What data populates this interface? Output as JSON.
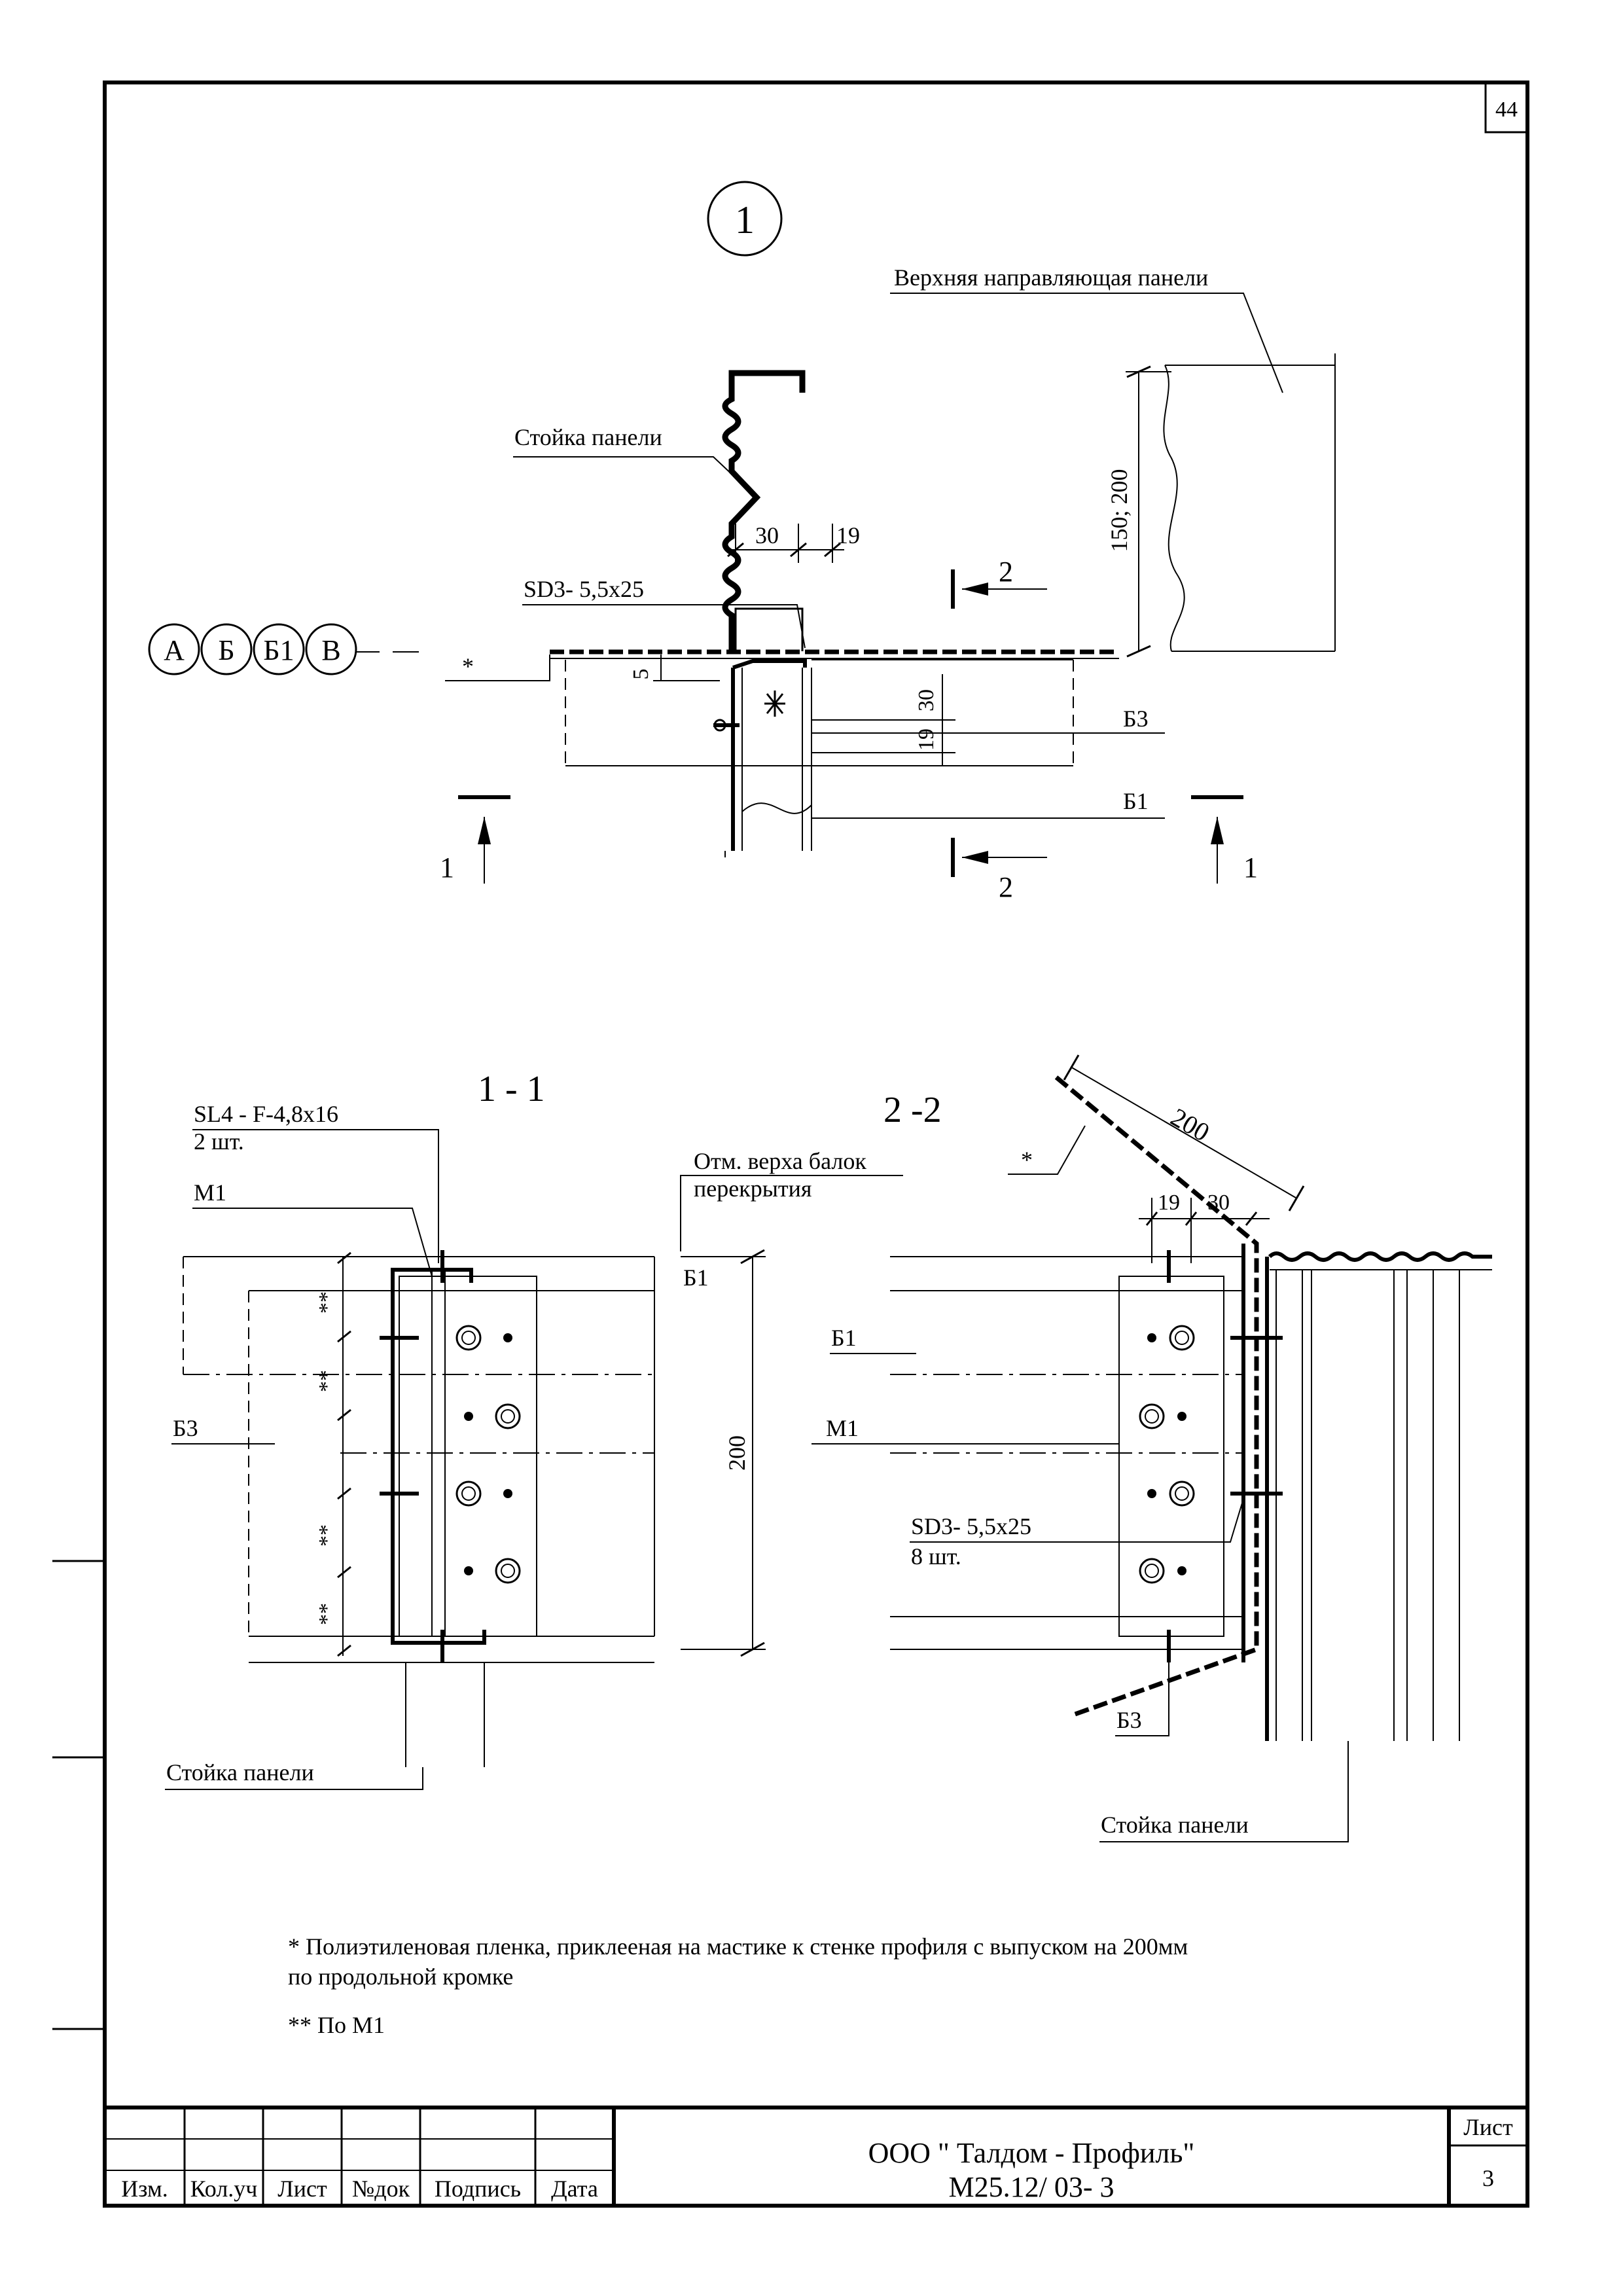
{
  "sheet": {
    "corner_sheet_number": "44",
    "node_label": "1",
    "title_block": {
      "headers": [
        "Изм.",
        "Кол.уч",
        "Лист",
        "№док",
        "Подпись",
        "Дата"
      ],
      "company": "ООО \" Талдом - Профиль\"",
      "code": "М25.12/ 03- 3",
      "sheet_label": "Лист",
      "sheet_value": "3"
    }
  },
  "detail": {
    "top_guide_label": "Верхняя направляющая панели",
    "post_label": "Стойка панели",
    "screw_label": "SD3- 5,5х25",
    "height_dim": "150; 200",
    "dim_30": "30",
    "dim_19": "19",
    "dim_5": "5",
    "dim_19_30": "19, 30",
    "axes": [
      "А",
      "Б",
      "Б1",
      "В"
    ],
    "star": "*",
    "b3": "Б3",
    "b1": "Б1",
    "section_1": "1",
    "section_2": "2"
  },
  "section_1_1": {
    "title": "1 - 1",
    "screw_label": "SL4 - F-4,8х16",
    "screw_qty": "2 шт.",
    "m1": "М1",
    "elevation_label_1": "Отм. верха балок",
    "elevation_label_2": "перекрытия",
    "b1": "Б1",
    "b3": "Б3",
    "dim_200": "200",
    "double_star": "**",
    "post_label": "Стойка панели"
  },
  "section_2_2": {
    "title": "2 -2",
    "dim_200": "200",
    "star": "*",
    "dim_19": "19",
    "dim_30": "30",
    "b1": "Б1",
    "m1": "М1",
    "screw_label": "SD3- 5,5х25",
    "screw_qty": "8 шт.",
    "b3": "Б3",
    "post_label": "Стойка панели"
  },
  "notes": {
    "note_1_line_1": "* Полиэтиленовая пленка, приклееная на мастике к стенке профиля с выпуском на 200мм",
    "note_1_line_2": "по  продольной кромке",
    "note_2": "** По М1"
  }
}
